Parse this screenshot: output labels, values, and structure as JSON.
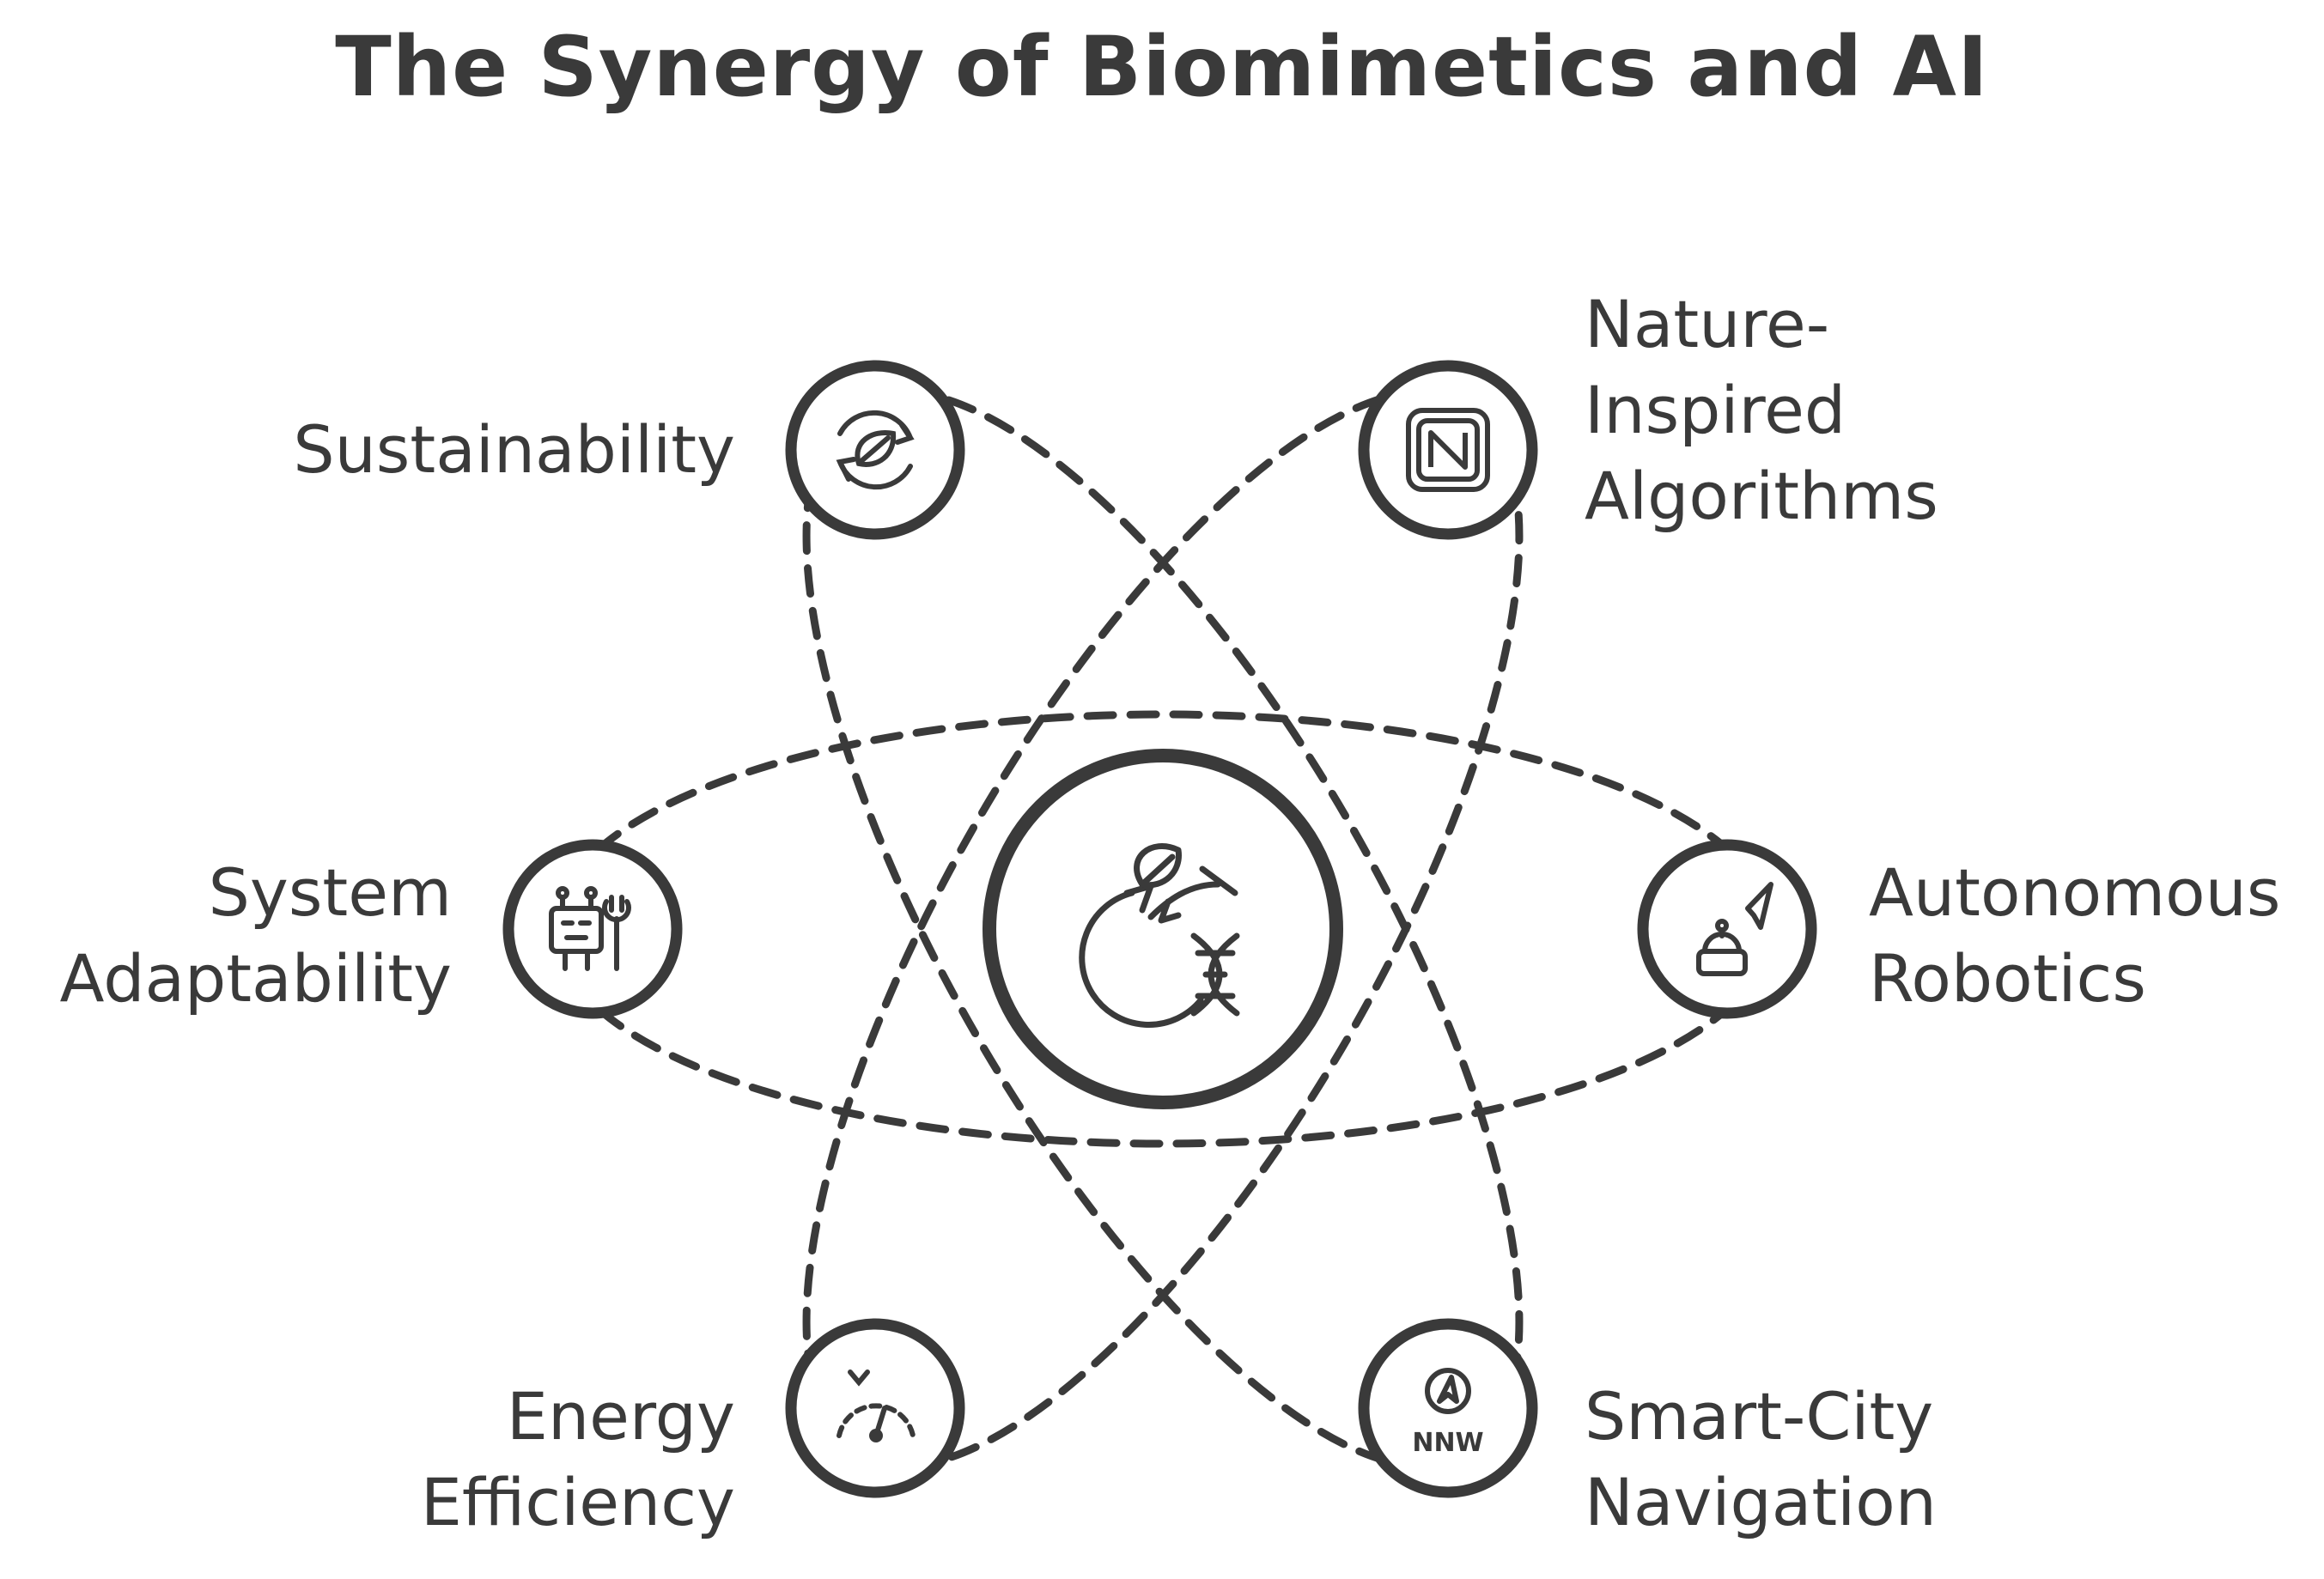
{
  "title": "The Synergy of Biomimetics and AI",
  "center": {
    "icon": "biomimetics-ai-icon"
  },
  "nodes": {
    "sustainability": {
      "lines": [
        "Sustainability"
      ],
      "icon": "leaf-cycle-icon"
    },
    "nature_inspired": {
      "lines": [
        "Nature-",
        "Inspired",
        "Algorithms"
      ],
      "icon": "n-network-icon"
    },
    "system_adaptability": {
      "lines": [
        "System",
        "Adaptability"
      ],
      "icon": "robot-wrench-icon"
    },
    "autonomous_robotics": {
      "lines": [
        "Autonomous",
        "Robotics"
      ],
      "icon": "robot-navigation-icon"
    },
    "energy_efficiency": {
      "lines": [
        "Energy",
        "Efficiency"
      ],
      "icon": "gauge-icon"
    },
    "smart_city": {
      "lines": [
        "Smart-City",
        "Navigation"
      ],
      "icon": "compass-nnw-icon"
    }
  },
  "compass_text": "NNW",
  "colors": {
    "stroke": "#3a3a3a",
    "background": "#ffffff"
  }
}
